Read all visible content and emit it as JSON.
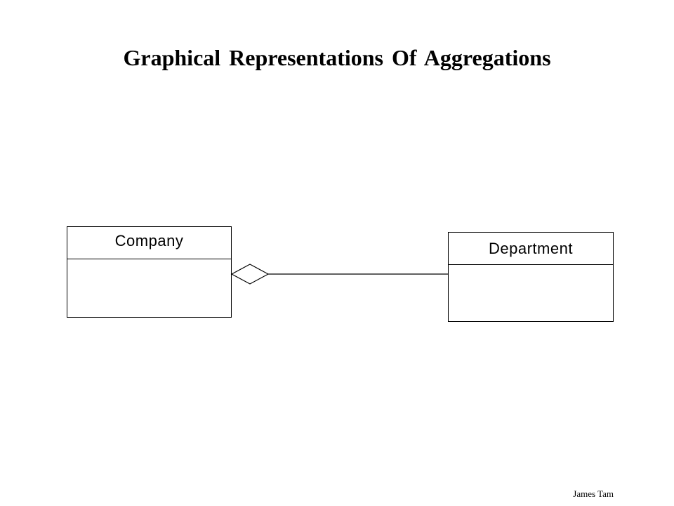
{
  "slide": {
    "title": "Graphical Representations Of Aggregations",
    "author": "James Tam"
  },
  "diagram": {
    "classes": [
      {
        "id": "company",
        "name": "Company"
      },
      {
        "id": "department",
        "name": "Department"
      }
    ],
    "relationship": {
      "kind": "aggregation",
      "whole": "Company",
      "part": "Department",
      "end_marker": "hollow-diamond"
    }
  }
}
